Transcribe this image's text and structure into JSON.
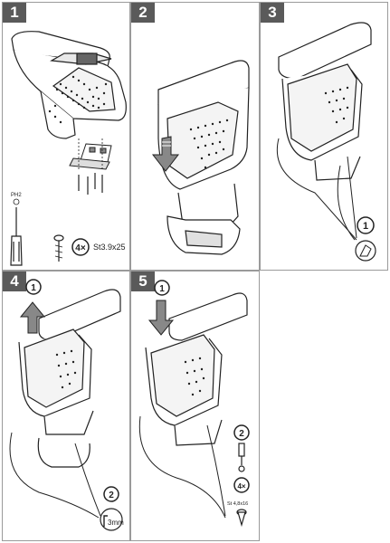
{
  "steps": [
    {
      "number": "1"
    },
    {
      "number": "2"
    },
    {
      "number": "3"
    },
    {
      "number": "4"
    },
    {
      "number": "5"
    }
  ],
  "step1": {
    "tool_label": "PH2",
    "screw_count": "4×",
    "screw_spec": "St3.9x25"
  },
  "step3": {
    "callout_number": "1"
  },
  "step4": {
    "callout_1": "1",
    "callout_2": "2",
    "allen_key_size": "3mm"
  },
  "step5": {
    "callout_1": "1",
    "callout_2": "2",
    "screw_count": "4×",
    "screw_spec": "St 4,8x16"
  }
}
